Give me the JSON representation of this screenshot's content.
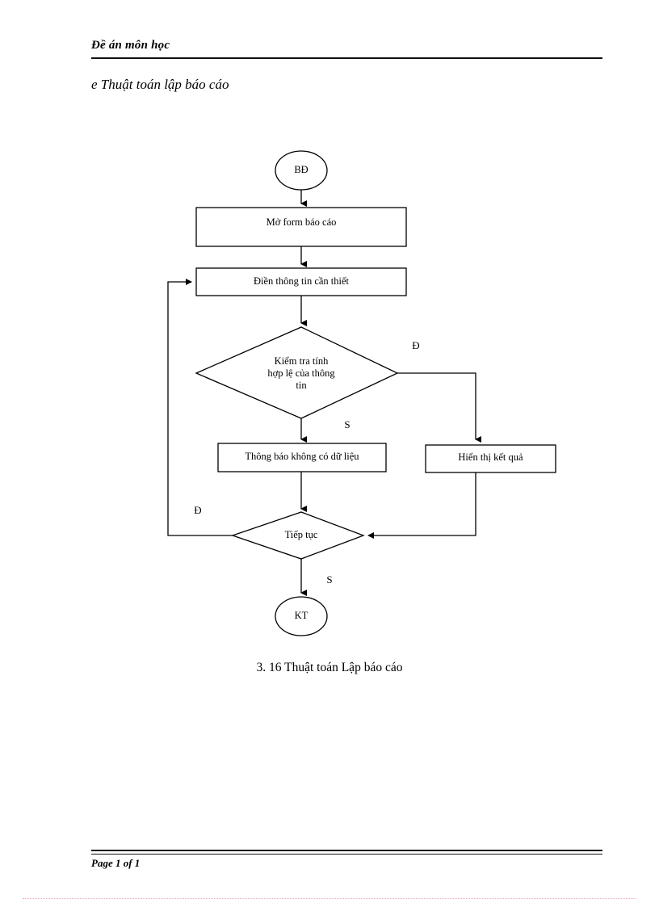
{
  "header": {
    "title": "Đề án môn học"
  },
  "section": {
    "heading": "e  Thuật toán lập báo cáo"
  },
  "figure": {
    "caption": "3. 16  Thuật toán Lập báo cáo",
    "nodes": {
      "start": "BĐ",
      "open_form": "Mở form  báo cáo",
      "fill_info": "Điền  thông  tin  cần  thiết",
      "validate": "Kiểm tra tính\nhợp lệ của thông\ntin",
      "no_data_message": "Thông  báo không  có dữ liệu",
      "show_result": "Hiển thị  kết quả",
      "continue": "Tiếp  tục",
      "end": "KT"
    },
    "branch_labels": {
      "validate_true": "Đ",
      "validate_false": "S",
      "continue_true": "Đ",
      "continue_false": "S"
    },
    "colors": {
      "stroke": "#000000",
      "fill": "#ffffff",
      "text": "#000000"
    }
  },
  "footer": {
    "page_text": "Page 1 of 1"
  }
}
